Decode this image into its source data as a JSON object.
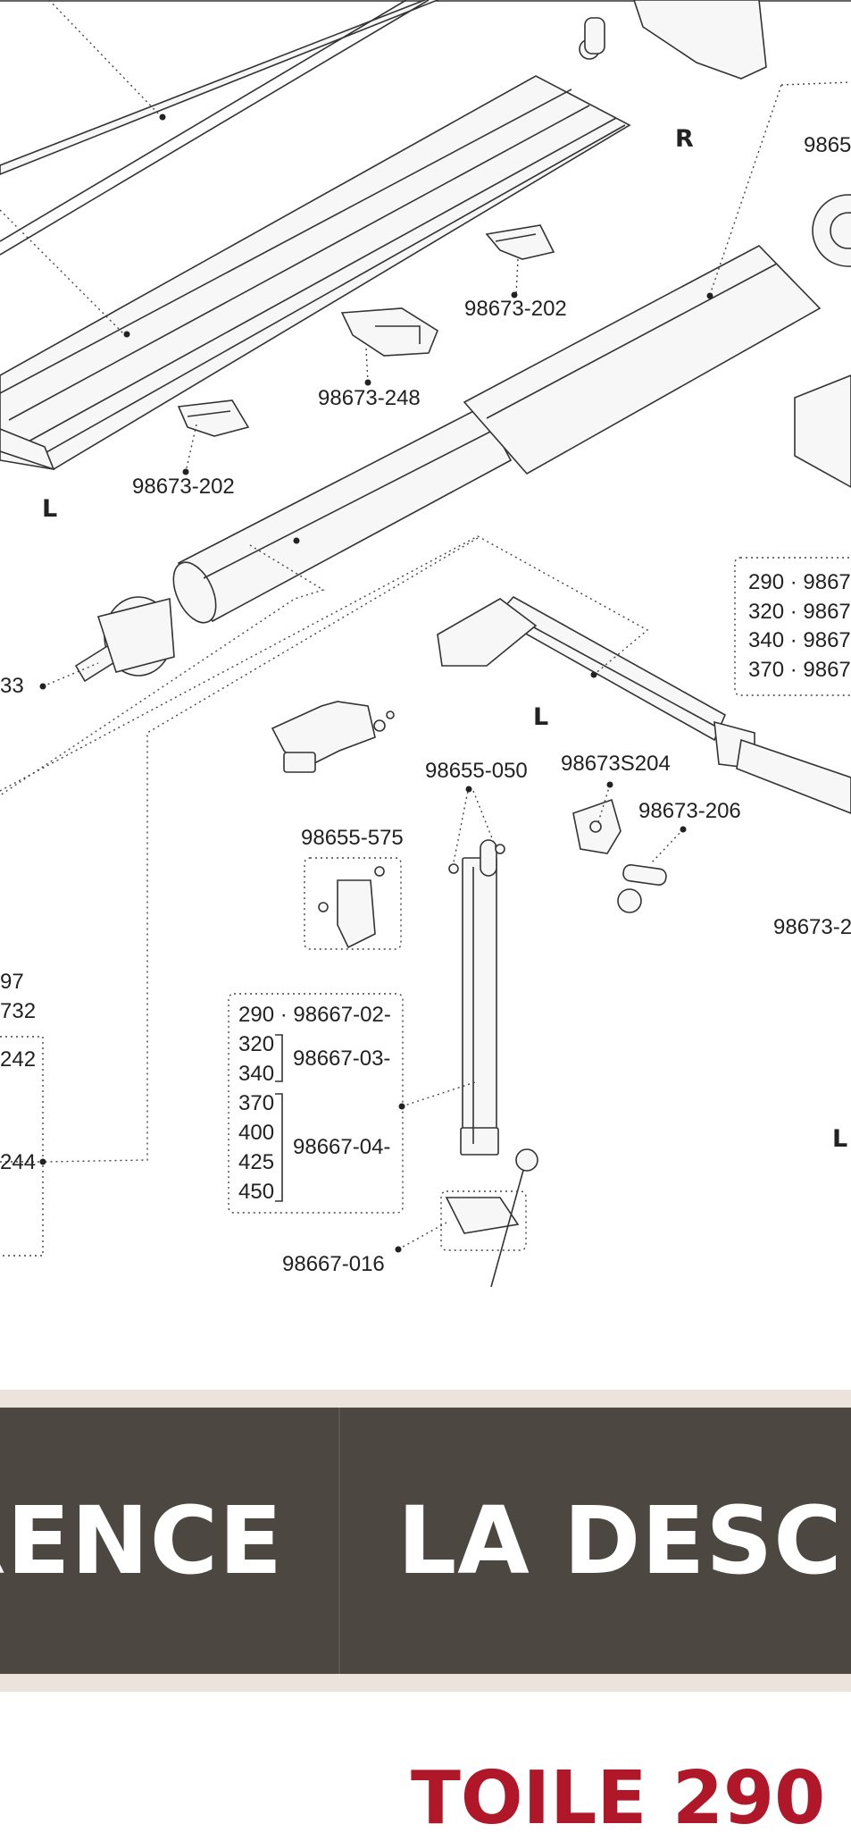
{
  "diagram": {
    "labels": {
      "l1": "98673-202",
      "l2": "98673-248",
      "l3": "98673-202",
      "l4": "98655-050",
      "l5": "98673S204",
      "l6": "98673-206",
      "l7": "98655-575",
      "l8": "98667-016",
      "l9": "98673-2",
      "l10": "9865",
      "l11": "33",
      "l12": "97",
      "l13": "732",
      "l14": "242",
      "l15": "244"
    },
    "side_markers": {
      "r1": "R",
      "l1": "L",
      "l2": "L",
      "l3": "L"
    },
    "size_table_right": [
      {
        "size": "290",
        "sep": "·",
        "code": "9867"
      },
      {
        "size": "320",
        "sep": "·",
        "code": "9867"
      },
      {
        "size": "340",
        "sep": "·",
        "code": "9867"
      },
      {
        "size": "370",
        "sep": "·",
        "code": "9867"
      }
    ],
    "size_table_left": {
      "s290": "290",
      "sep": "·",
      "c290": "98667-02-",
      "s320": "320",
      "s340": "340",
      "c320": "98667-03-",
      "s370": "370",
      "s400": "400",
      "s425": "425",
      "s450": "450",
      "c370": "98667-04-"
    }
  },
  "header": {
    "reference": "RENCE",
    "description": "LA DESCRI"
  },
  "product_title": "TOILE 290"
}
